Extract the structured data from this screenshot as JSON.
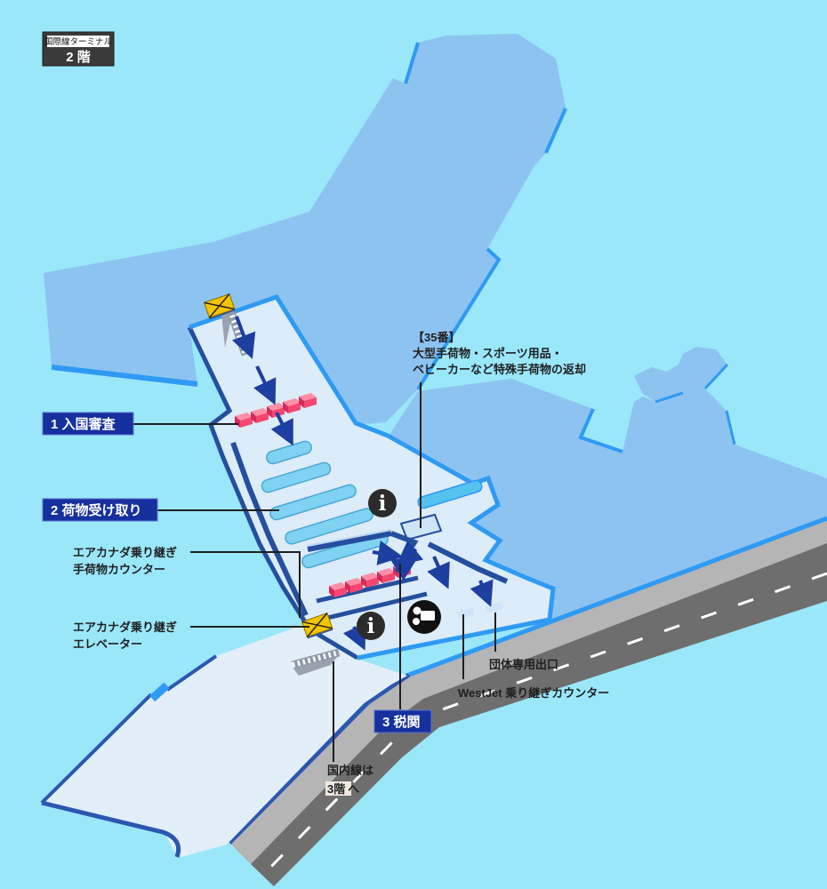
{
  "badge": {
    "terminal_type": "国際線ターミナル",
    "floor": "2 階"
  },
  "legend": {
    "immigration": "1 入国審査",
    "baggage_claim": "2 荷物受け取り",
    "customs": "3 税関"
  },
  "annotations": {
    "special_baggage": {
      "line1": "【35番】",
      "line2": "大型手荷物・スポーツ用品・",
      "line3": "ベビーカーなど特殊手荷物の返却"
    },
    "aircanada_baggage_counter": {
      "line1": "エアカナダ乗り継ぎ",
      "line2": "手荷物カウンター"
    },
    "aircanada_elevator": {
      "line1": "エアカナダ乗り継ぎ",
      "line2": "エレベーター"
    },
    "group_exit": "団体専用出口",
    "westjet_counter": "WestJet 乗り継ぎカウンター",
    "domestic": {
      "line1": "国内線は",
      "highlight": "3階",
      "suffix": "へ"
    }
  },
  "icons": {
    "info_glyph": "i"
  },
  "colors": {
    "background": "#9ae7fa",
    "building": "#8dc3f1",
    "building_edge": "#2f9af3",
    "floor": "#dcecf8",
    "floor_border": "#254f9e",
    "carousel": "#7fd2f2",
    "booth_pink": "#f5476f",
    "label_box": "#16309e",
    "road": "#6e6e6e",
    "sidewalk": "#b5b5b5",
    "arrow": "#1c3fa0",
    "elevator_yellow": "#f3c400"
  }
}
